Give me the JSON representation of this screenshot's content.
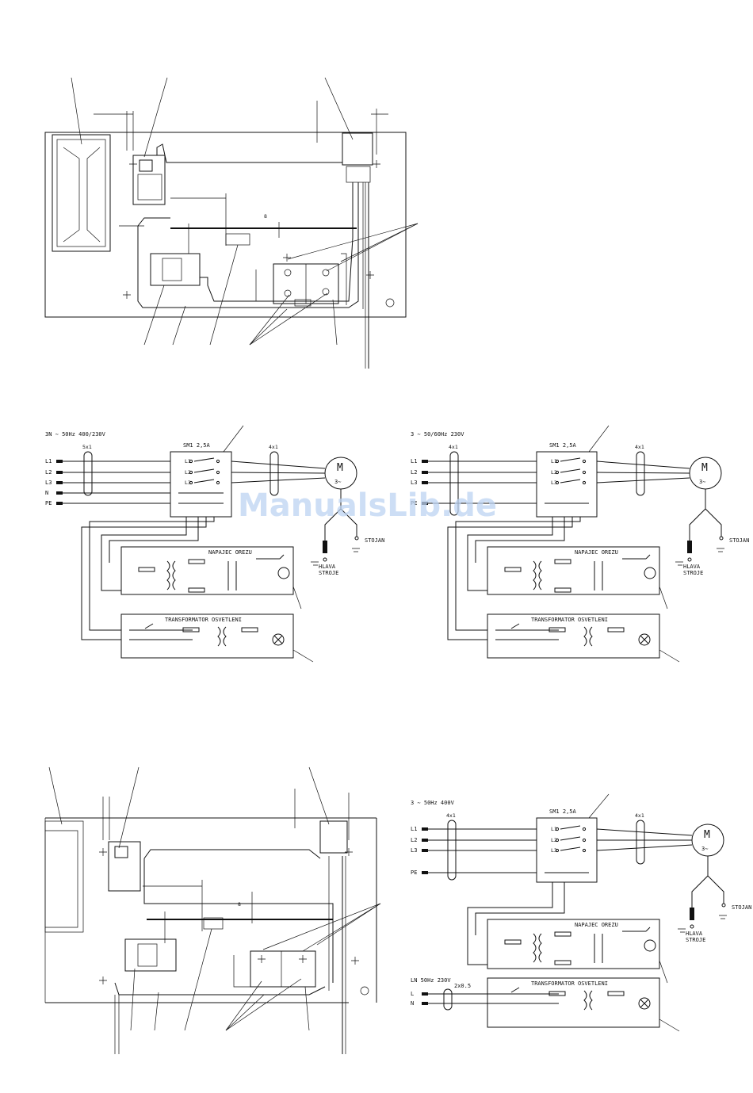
{
  "watermark": "ManualsLib.de",
  "diagrams": [
    {
      "supply": "3N ∼ 50Hz  400/230V",
      "switch": "SM1 2,5A",
      "terminals": [
        "L1",
        "L2",
        "L3",
        "N",
        "PE"
      ],
      "cable_in": "5x1",
      "cable_out": "4x1",
      "motor": "M",
      "motor_sub": "3∼",
      "stojan": "STOJAN",
      "hlava": "HLAVA",
      "stroje": "STROJE",
      "napajec": "NAPAJEC OREZU",
      "transformator": "TRANSFORMATOR OSVETLENI"
    },
    {
      "supply": "3  ∼ 50/60Hz 230V",
      "switch": "SM1 2,5A",
      "terminals": [
        "L1",
        "L2",
        "L3",
        "PE"
      ],
      "cable_in": "4x1",
      "cable_out": "4x1",
      "motor": "M",
      "motor_sub": "3∼",
      "stojan": "STOJAN",
      "hlava": "HLAVA",
      "stroje": "STROJE",
      "napajec": "NAPAJEC OREZU",
      "transformator": "TRANSFORMATOR OSVETLENI"
    },
    {
      "supply": "3  ∼ 50Hz 400V",
      "switch": "SM1 2,5A",
      "terminals": [
        "L1",
        "L2",
        "L3",
        "PE"
      ],
      "cable_in": "4x1",
      "cable_out": "4x1",
      "motor": "M",
      "motor_sub": "3∼",
      "stojan": "STOJAN",
      "hlava": "HLAVA",
      "stroje": "STROJE",
      "napajec": "NAPAJEC OREZU",
      "transformator": "TRANSFORMATOR OSVETLENI",
      "extra_supply": "LN 50Hz 230V",
      "extra_cable": "2x0.5",
      "extra_terminals": [
        "L",
        "N"
      ]
    }
  ],
  "layout_labels": {
    "dim_a_top": "8",
    "dim_a_bottom": "8"
  }
}
